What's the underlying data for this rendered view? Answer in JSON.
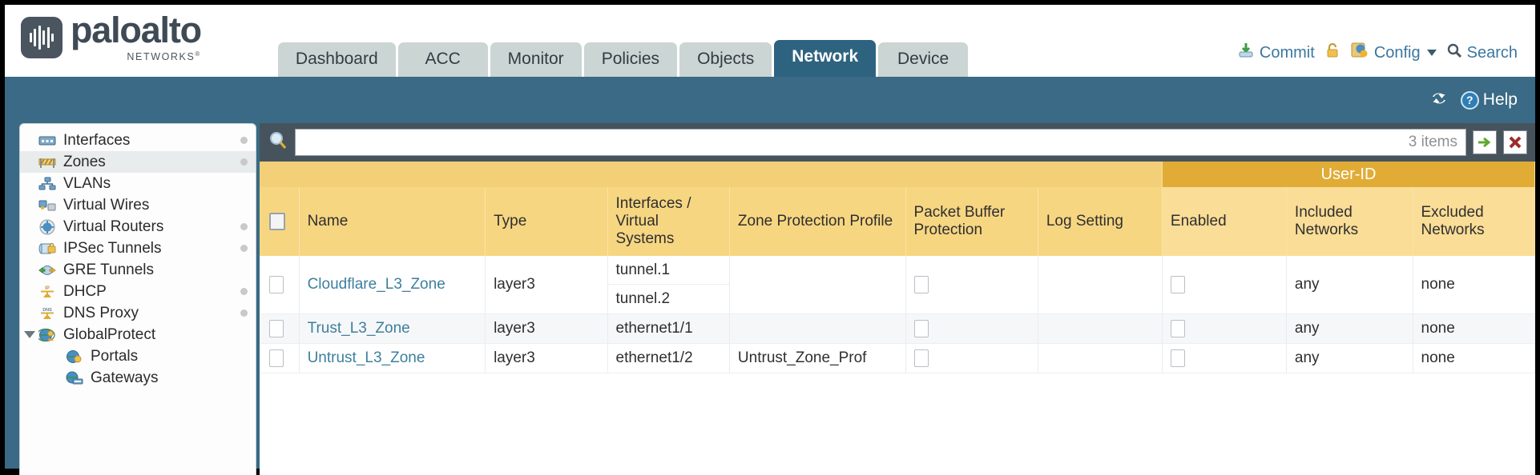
{
  "brand": {
    "name": "paloalto",
    "sub": "NETWORKS",
    "sup": "®"
  },
  "nav": {
    "tabs": [
      {
        "label": "Dashboard",
        "active": false
      },
      {
        "label": "ACC",
        "active": false
      },
      {
        "label": "Monitor",
        "active": false
      },
      {
        "label": "Policies",
        "active": false
      },
      {
        "label": "Objects",
        "active": false
      },
      {
        "label": "Network",
        "active": true
      },
      {
        "label": "Device",
        "active": false
      }
    ],
    "actions": [
      {
        "label": "Commit",
        "icon": "commit-icon"
      },
      {
        "label": "",
        "icon": "lock-icon"
      },
      {
        "label": "Config",
        "icon": "config-icon",
        "caret": true
      },
      {
        "label": "Search",
        "icon": "search-icon"
      }
    ]
  },
  "subbar": {
    "refresh": "refresh-icon",
    "help_label": "Help"
  },
  "sidebar": {
    "items": [
      {
        "label": "Interfaces",
        "icon": "interfaces-icon",
        "selected": false,
        "dot": true,
        "child": false
      },
      {
        "label": "Zones",
        "icon": "zones-icon",
        "selected": true,
        "dot": true,
        "child": false
      },
      {
        "label": "VLANs",
        "icon": "vlans-icon",
        "selected": false,
        "dot": false,
        "child": false
      },
      {
        "label": "Virtual Wires",
        "icon": "virtual-wires-icon",
        "selected": false,
        "dot": false,
        "child": false
      },
      {
        "label": "Virtual Routers",
        "icon": "virtual-routers-icon",
        "selected": false,
        "dot": true,
        "child": false
      },
      {
        "label": "IPSec Tunnels",
        "icon": "ipsec-tunnels-icon",
        "selected": false,
        "dot": true,
        "child": false
      },
      {
        "label": "GRE Tunnels",
        "icon": "gre-tunnels-icon",
        "selected": false,
        "dot": false,
        "child": false
      },
      {
        "label": "DHCP",
        "icon": "dhcp-icon",
        "selected": false,
        "dot": true,
        "child": false
      },
      {
        "label": "DNS Proxy",
        "icon": "dns-proxy-icon",
        "selected": false,
        "dot": true,
        "child": false
      },
      {
        "label": "GlobalProtect",
        "icon": "globalprotect-icon",
        "selected": false,
        "dot": false,
        "child": false,
        "expander": true
      },
      {
        "label": "Portals",
        "icon": "portals-icon",
        "selected": false,
        "dot": false,
        "child": true
      },
      {
        "label": "Gateways",
        "icon": "gateways-icon",
        "selected": false,
        "dot": false,
        "child": true
      }
    ]
  },
  "search": {
    "value": "",
    "placeholder": "",
    "count_label": "3 items"
  },
  "table": {
    "group_header": "User-ID",
    "columns": [
      "Name",
      "Type",
      "Interfaces / Virtual Systems",
      "Zone Protection Profile",
      "Packet Buffer Protection",
      "Log Setting",
      "Enabled",
      "Included Networks",
      "Excluded Networks"
    ],
    "rows": [
      {
        "name": "Cloudflare_L3_Zone",
        "type": "layer3",
        "interfaces": [
          "tunnel.1",
          "tunnel.2"
        ],
        "zone_protection_profile": "",
        "packet_buffer_protection": false,
        "log_setting": "",
        "userid_enabled": false,
        "included_networks": "any",
        "excluded_networks": "none"
      },
      {
        "name": "Trust_L3_Zone",
        "type": "layer3",
        "interfaces": [
          "ethernet1/1"
        ],
        "zone_protection_profile": "",
        "packet_buffer_protection": false,
        "log_setting": "",
        "userid_enabled": false,
        "included_networks": "any",
        "excluded_networks": "none"
      },
      {
        "name": "Untrust_L3_Zone",
        "type": "layer3",
        "interfaces": [
          "ethernet1/2"
        ],
        "zone_protection_profile": "Untrust_Zone_Prof",
        "packet_buffer_protection": false,
        "log_setting": "",
        "userid_enabled": false,
        "included_networks": "any",
        "excluded_networks": "none"
      }
    ]
  },
  "colors": {
    "brand_blue": "#3a6a85",
    "active_tab": "#2e6380",
    "header_gold": "#f7d682",
    "group_gold": "#e0ac35",
    "link": "#3d7f9e"
  }
}
